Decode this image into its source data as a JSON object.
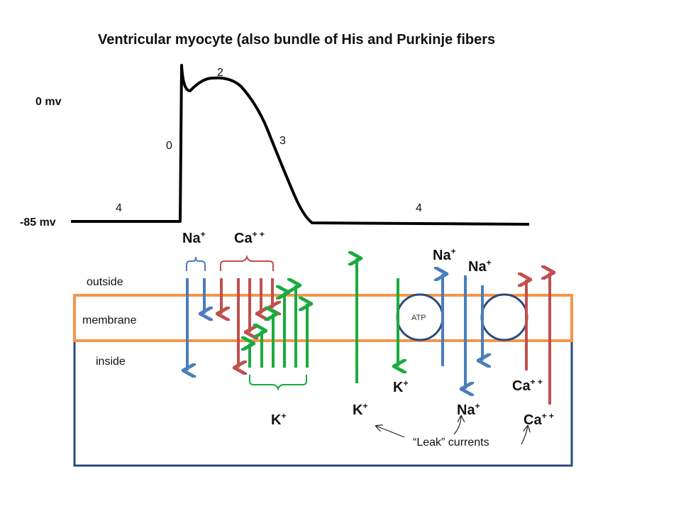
{
  "title": "Ventricular myocyte  (also bundle of His and Purkinje fibers",
  "voltage_labels": {
    "zero": "0 mv",
    "rest": "-85 mv"
  },
  "phase_labels": {
    "p0": "0",
    "p2": "2",
    "p3": "3",
    "p4_left": "4",
    "p4_right": "4"
  },
  "region_labels": {
    "outside": "outside",
    "membrane": "membrane",
    "inside": "inside"
  },
  "ions": {
    "na_top_left": {
      "base": "Na",
      "charge": "+"
    },
    "ca_top": {
      "base": "Ca",
      "charge": "+ +"
    },
    "k_bottom_left": {
      "base": "K",
      "charge": "+"
    },
    "na_pump_top1": {
      "base": "Na",
      "charge": "+"
    },
    "na_pump_top2": {
      "base": "Na",
      "charge": "+"
    },
    "k_pump": {
      "base": "K",
      "charge": "+"
    },
    "ca_right1": {
      "base": "Ca",
      "charge": "+ +"
    },
    "k_leak": {
      "base": "K",
      "charge": "+"
    },
    "na_leak": {
      "base": "Na",
      "charge": "+"
    },
    "ca_leak": {
      "base": "Ca",
      "charge": "+ +"
    }
  },
  "pump_label": "ATP",
  "leak_label": "“Leak” currents",
  "colors": {
    "membrane": "#f4964a",
    "cell": "#2c4a7c",
    "na": "#4a7ebb",
    "ca": "#c0504d",
    "k": "#1aab40",
    "trace": "#000000"
  }
}
